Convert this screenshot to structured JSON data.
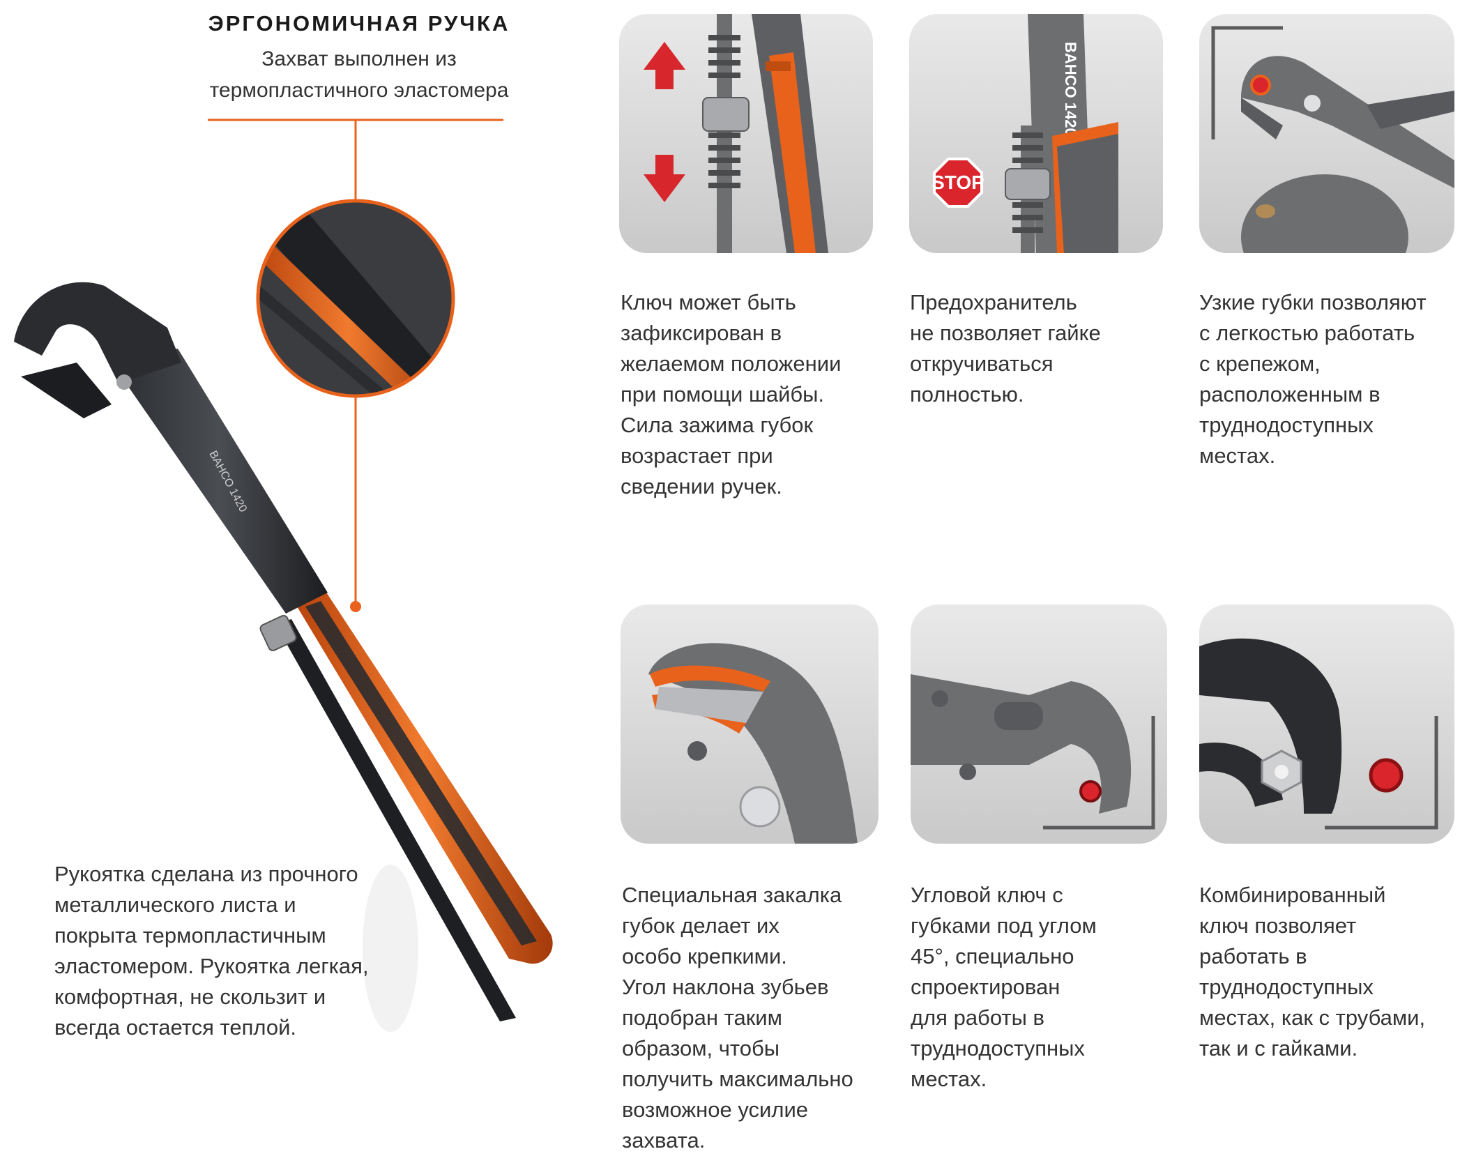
{
  "ergonomic": {
    "title": "ЭРГОНОМИЧНАЯ РУЧКА",
    "subtitle": "Захват выполнен из\nтермопластичного эластомера"
  },
  "handle_description": "Рукоятка сделана из прочного\nметаллического листа и\nпокрыта термопластичным\nэластомером. Рукоятка легкая,\nкомфортная, не скользит и\nвсегда остается теплой.",
  "features": [
    {
      "text": "Ключ может быть\nзафиксирован в\nжелаемом положении\nпри помощи шайбы.\nСила зажима губок\nвозрастает при\nсведении ручек."
    },
    {
      "text": "Предохранитель\nне позволяет гайке\nоткручиваться\nполностью.",
      "badge": "STOP",
      "marking": "BAHCO 1420"
    },
    {
      "text": "Узкие губки позволяют\nс легкостью работать\nс крепежом,\nрасположенным в\nтруднодоступных\nместах."
    },
    {
      "text": "Специальная закалка\nгубок делает их\nособо крепкими.\nУгол наклона зубьев\nподобран таким\nобразом, чтобы\nполучить максимально\nвозможное усилие\nзахвата."
    },
    {
      "text": "Угловой ключ с\nгубками под углом\n45°, специально\nспроектирован\nдля работы в\nтруднодоступных\nместах."
    },
    {
      "text": "Комбинированный\nключ позволяет\nработать в\nтруднодоступных\nместах, как с трубами,\nтак и с гайками."
    }
  ],
  "colors": {
    "accent": "#e8621c",
    "arrow_red": "#d7262c",
    "stop_red": "#d9252b",
    "tool_gray": "#6d6e70",
    "tile_bg": "#dcdcdc"
  }
}
